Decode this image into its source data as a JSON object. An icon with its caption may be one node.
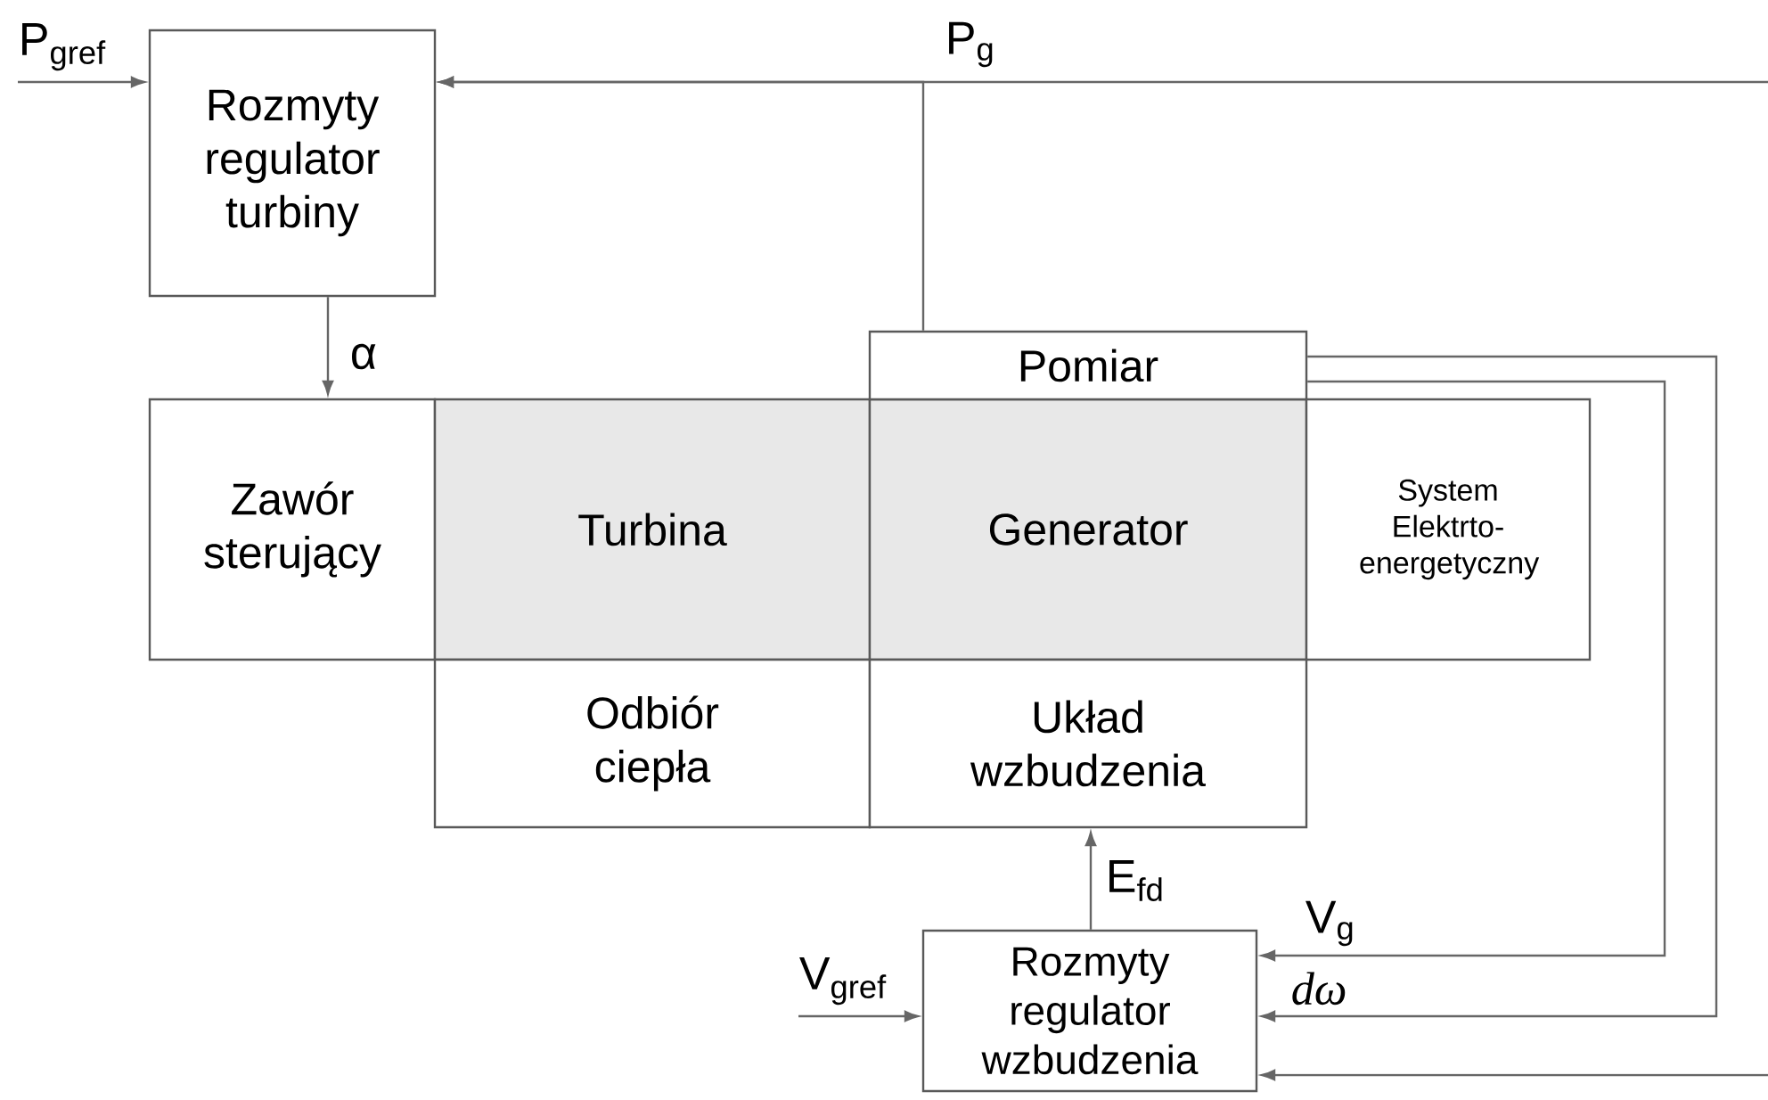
{
  "diagram": {
    "nodes": [
      {
        "text": [
          "Rozmyty regulator turbiny"
        ]
      },
      {
        "text": [
          "Zawór sterujący"
        ]
      },
      {
        "text": [
          "Turbina"
        ]
      },
      {
        "text": [
          "Generator"
        ]
      },
      {
        "text": [
          "Pomiar"
        ]
      },
      {
        "text": [
          "System Elektrto-energetyczny"
        ]
      },
      {
        "text": [
          "Odbiór ciepła"
        ]
      },
      {
        "text": [
          "Układ wzbudzenia"
        ]
      },
      {
        "text": [
          "Rozmyty regulator wzbudzenia"
        ]
      }
    ],
    "edges": [
      {
        "from": null,
        "to": 0,
        "arrow": "to",
        "label": "P$_{gref}$"
      },
      {
        "from": null,
        "to": 0,
        "arrow": "to"
      },
      {
        "from": 4,
        "to": 0,
        "arrow": "to",
        "label": "P$_{g}$"
      },
      {
        "from": 0,
        "to": 1,
        "arrow": "to",
        "label": "α"
      },
      {
        "from": 8,
        "to": 7,
        "arrow": "to",
        "label": "E$_{fd}$"
      },
      {
        "from": null,
        "to": 8,
        "arrow": "to",
        "label": "V$_{gref}$"
      },
      {
        "from": 4,
        "to": 8,
        "arrow": "to",
        "label": "V$_{g}$"
      },
      {
        "from": 4,
        "to": 8,
        "arrow": "to",
        "label": "dω"
      },
      {
        "from": null,
        "to": 8,
        "arrow": "to"
      }
    ]
  }
}
